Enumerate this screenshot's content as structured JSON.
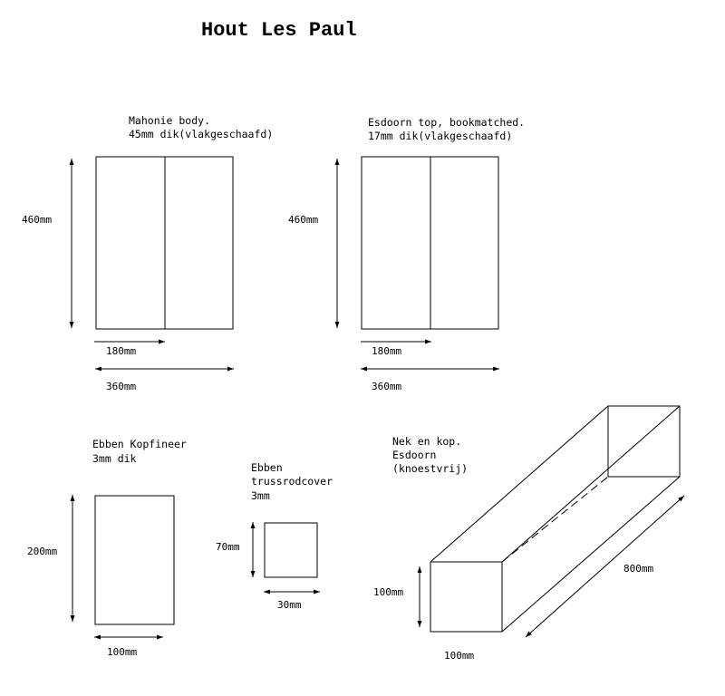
{
  "title": "Hout Les Paul",
  "mahogany_body": {
    "label_line1": "Mahonie body.",
    "label_line2": "45mm dik(vlakgeschaafd)",
    "height_dim": "460mm",
    "half_width_dim": "180mm",
    "width_dim": "360mm"
  },
  "maple_top": {
    "label_line1": "Esdoorn top, bookmatched.",
    "label_line2": "17mm dik(vlakgeschaafd)",
    "height_dim": "460mm",
    "half_width_dim": "180mm",
    "width_dim": "360mm"
  },
  "ebony_headveneer": {
    "label_line1": "Ebben Kopfineer",
    "label_line2": "3mm dik",
    "height_dim": "200mm",
    "width_dim": "100mm"
  },
  "ebony_trussrod_cover": {
    "label_line1": "Ebben",
    "label_line2": "trussrodcover",
    "label_line3": "3mm",
    "height_dim": "70mm",
    "width_dim": "30mm"
  },
  "neck_and_head": {
    "label_line1": "Nek en kop.",
    "label_line2": "Esdoorn",
    "label_line3": "(knoestvrij)",
    "length_dim": "800mm",
    "height_dim": "100mm",
    "width_dim": "100mm"
  }
}
